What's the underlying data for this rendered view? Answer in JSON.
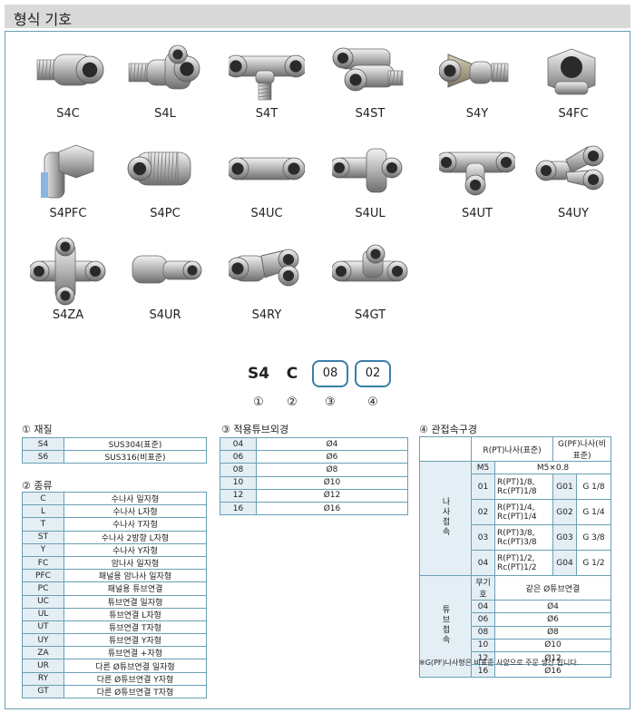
{
  "header": {
    "title": "형식 기호"
  },
  "fittings": [
    {
      "label": "S4C",
      "shape": "straight-male"
    },
    {
      "label": "S4L",
      "shape": "elbow-male"
    },
    {
      "label": "S4T",
      "shape": "tee-male"
    },
    {
      "label": "S4ST",
      "shape": "side-tee"
    },
    {
      "label": "S4Y",
      "shape": "y-male"
    },
    {
      "label": "S4FC",
      "shape": "female-straight"
    },
    {
      "label": "S4PFC",
      "shape": "panel-female"
    },
    {
      "label": "S4PC",
      "shape": "panel-union"
    },
    {
      "label": "S4UC",
      "shape": "union"
    },
    {
      "label": "S4UL",
      "shape": "union-elbow"
    },
    {
      "label": "S4UT",
      "shape": "union-tee"
    },
    {
      "label": "S4UY",
      "shape": "union-y"
    },
    {
      "label": "S4ZA",
      "shape": "cross"
    },
    {
      "label": "S4UR",
      "shape": "reducer"
    },
    {
      "label": "S4RY",
      "shape": "reducer-y"
    },
    {
      "label": "S4GT",
      "shape": "reducer-tee"
    }
  ],
  "code": {
    "parts": [
      "S4",
      "C",
      "08",
      "02"
    ],
    "markers": [
      "①",
      "②",
      "③",
      "④"
    ]
  },
  "material": {
    "title": "① 재질",
    "rows": [
      [
        "S4",
        "SUS304(표준)"
      ],
      [
        "S6",
        "SUS316(비표준)"
      ]
    ]
  },
  "types": {
    "title": "② 종류",
    "rows": [
      [
        "C",
        "수나사 일자형"
      ],
      [
        "L",
        "수나사 L자형"
      ],
      [
        "T",
        "수나사 T자형"
      ],
      [
        "ST",
        "수나사 2방향 L자형"
      ],
      [
        "Y",
        "수나사 Y자형"
      ],
      [
        "FC",
        "암나사 일자형"
      ],
      [
        "PFC",
        "패널용 암나사 일자형"
      ],
      [
        "PC",
        "패널용 튜브연결"
      ],
      [
        "UC",
        "튜브연결 일자형"
      ],
      [
        "UL",
        "튜브연결 L자형"
      ],
      [
        "UT",
        "튜브연결 T자형"
      ],
      [
        "UY",
        "튜브연결 Y자형"
      ],
      [
        "ZA",
        "튜브연결 +자형"
      ],
      [
        "UR",
        "다른 Ø튜브연결 일자형"
      ],
      [
        "RY",
        "다른 Ø튜브연결 Y자형"
      ],
      [
        "GT",
        "다른 Ø튜브연결 T자형"
      ]
    ]
  },
  "tube": {
    "title": "③ 적용튜브외경",
    "rows": [
      [
        "04",
        "Ø4"
      ],
      [
        "06",
        "Ø6"
      ],
      [
        "08",
        "Ø8"
      ],
      [
        "10",
        "Ø10"
      ],
      [
        "12",
        "Ø12"
      ],
      [
        "16",
        "Ø16"
      ]
    ]
  },
  "connection": {
    "title": "④ 관접속구경",
    "head_rpt": "R(PT)나사(표준)",
    "head_g": "G(PF)나사(비표준)",
    "thread_group": "나사접속",
    "m5_code": "M5",
    "m5_value": "M5×0.8",
    "thread_rows": [
      {
        "code": "01",
        "r": "R(PT)1/8, Rc(PT)1/8",
        "gcode": "G01",
        "g": "G 1/8"
      },
      {
        "code": "02",
        "r": "R(PT)1/4, Rc(PT)1/4",
        "gcode": "G02",
        "g": "G 1/4"
      },
      {
        "code": "03",
        "r": "R(PT)3/8, Rc(PT)3/8",
        "gcode": "G03",
        "g": "G 3/8"
      },
      {
        "code": "04",
        "r": "R(PT)1/2, Rc(PT)1/2",
        "gcode": "G04",
        "g": "G 1/2"
      }
    ],
    "tube_group": "튜브접속",
    "no_code": "무기호",
    "same_tube": "같은 Ø튜브연결",
    "tube_rows": [
      [
        "04",
        "Ø4"
      ],
      [
        "06",
        "Ø6"
      ],
      [
        "08",
        "Ø8"
      ],
      [
        "10",
        "Ø10"
      ],
      [
        "12",
        "Ø12"
      ],
      [
        "16",
        "Ø16"
      ]
    ],
    "note": "※G(PF)나사형은 비표준 사양으로 주문 생산 됩니다."
  }
}
